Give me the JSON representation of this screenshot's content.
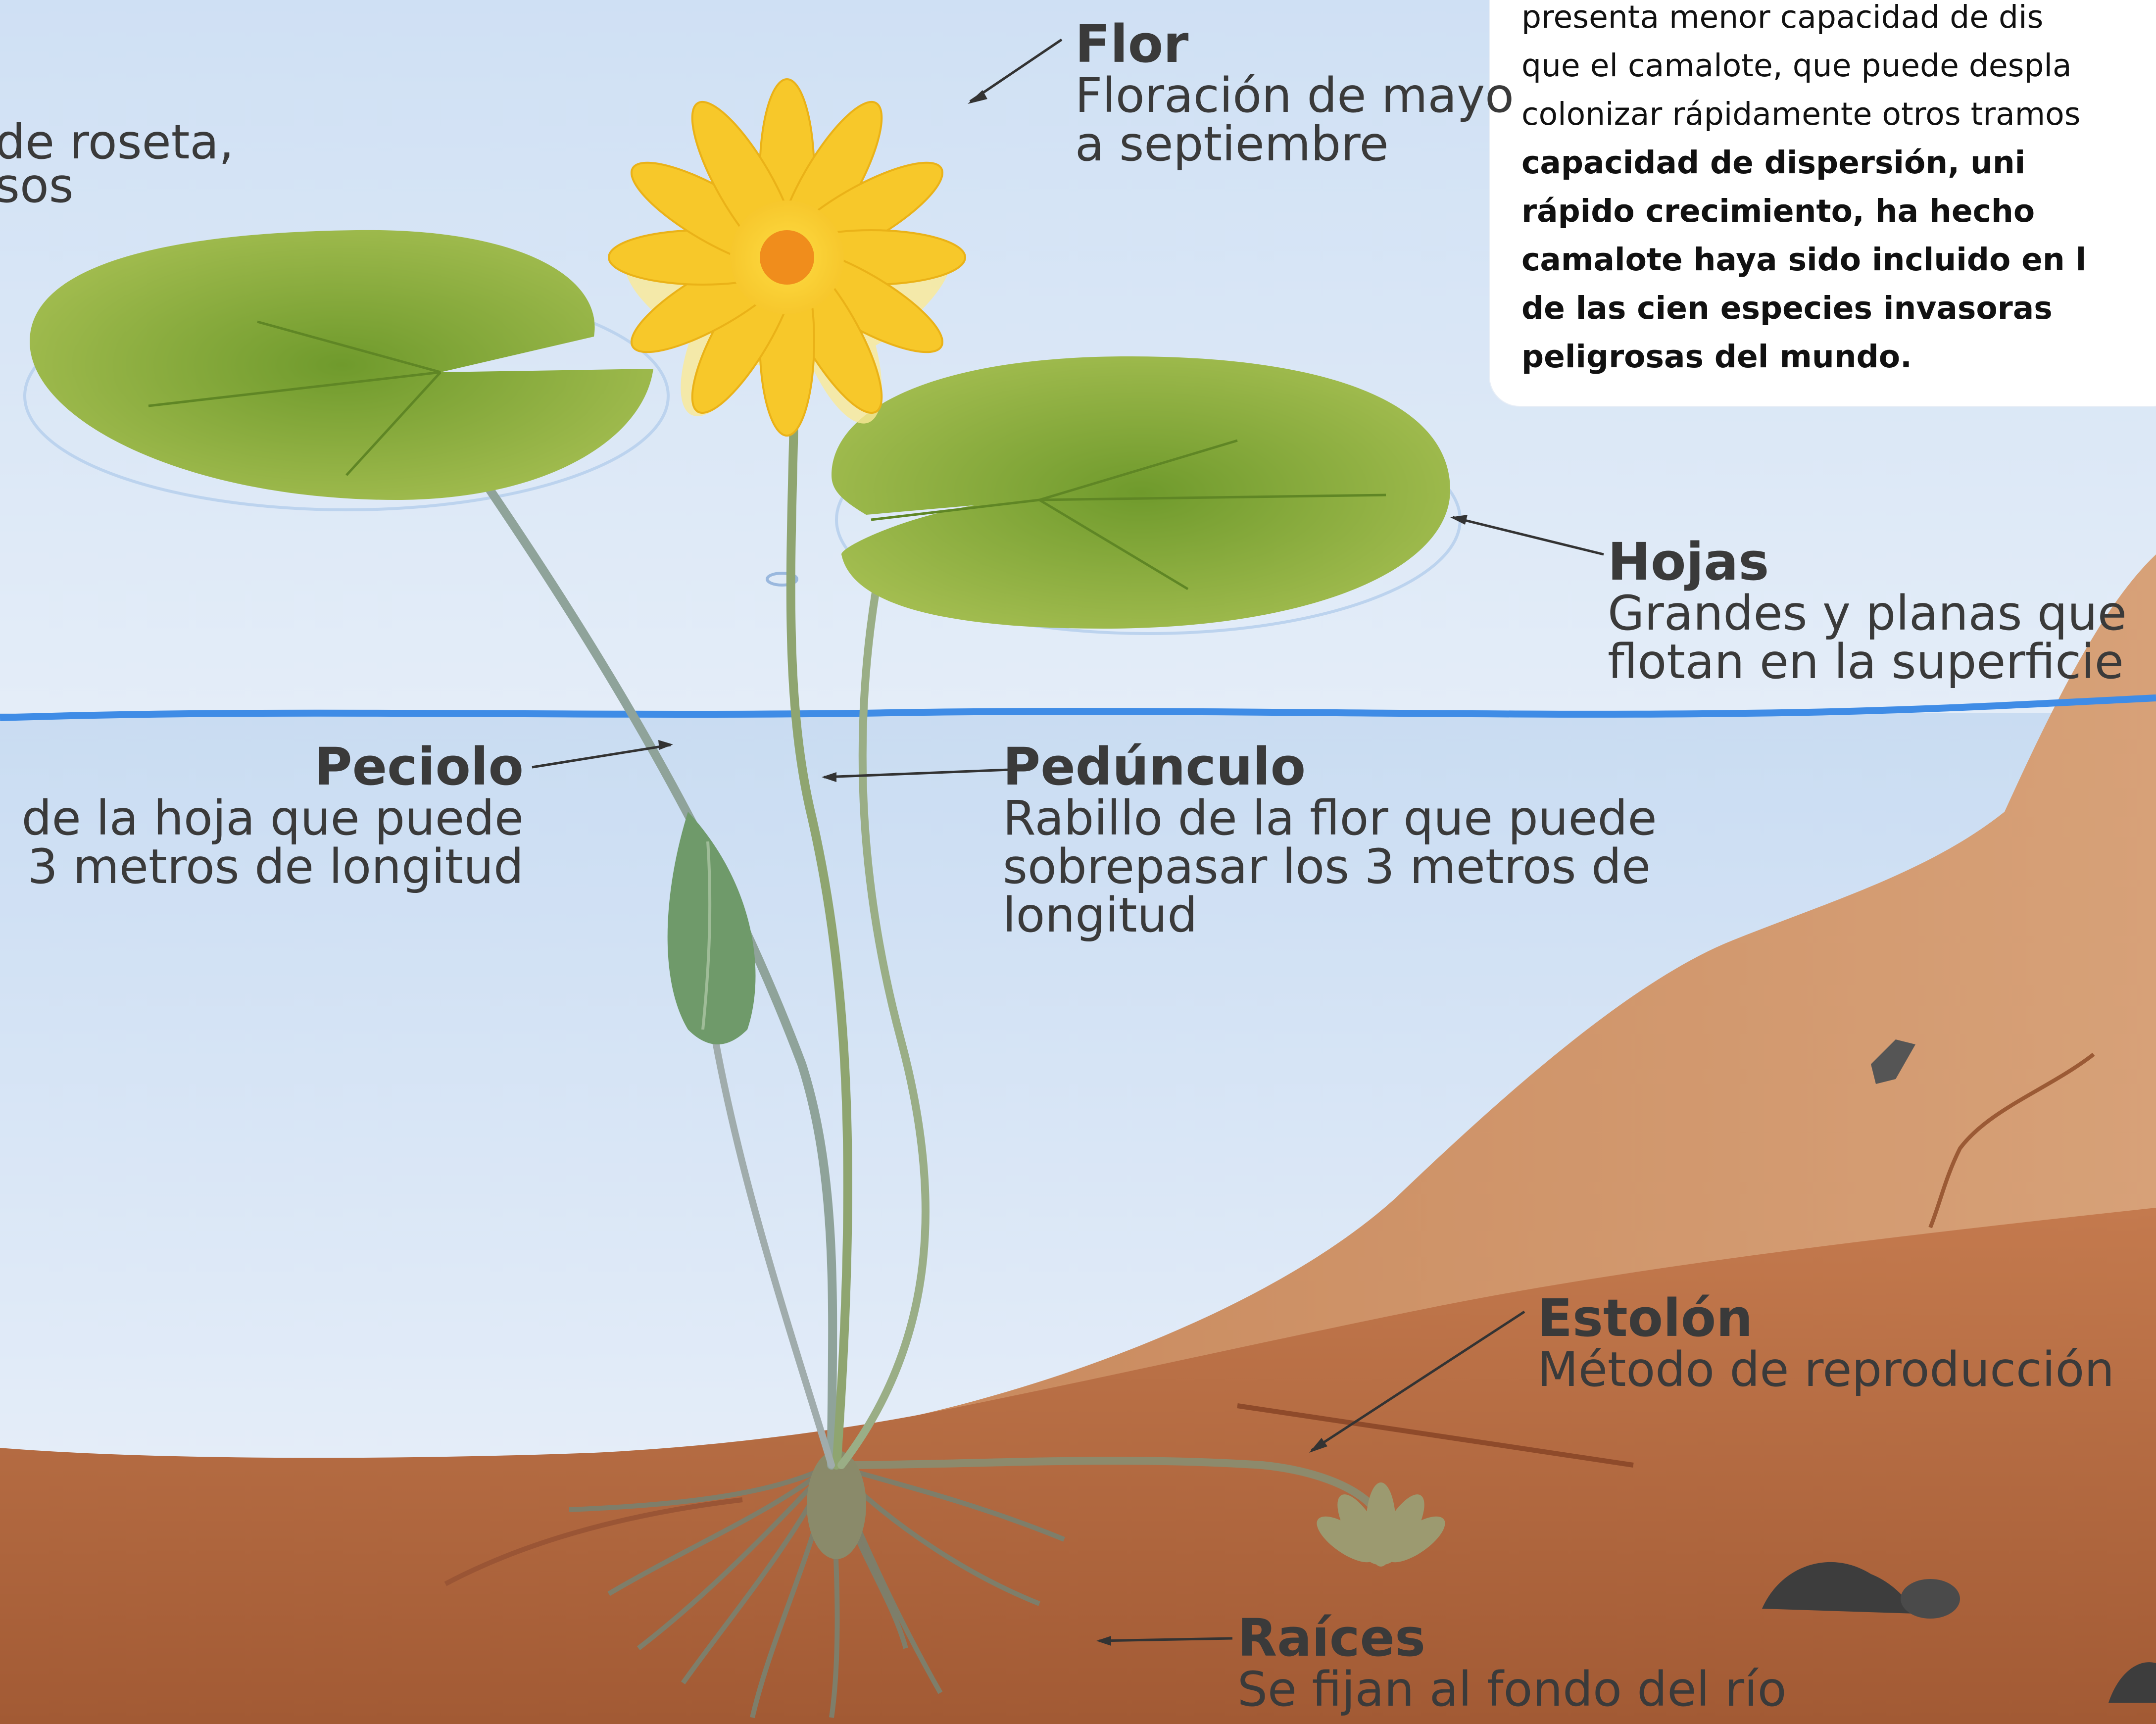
{
  "labels": {
    "flor": {
      "title": "Flor",
      "desc": [
        "Floración de mayo",
        "a septiembre"
      ]
    },
    "hojas": {
      "title": "Hojas",
      "desc": [
        "Grandes y planas que",
        "flotan en la superficie"
      ]
    },
    "peciolo": {
      "title": "Peciolo",
      "desc": [
        "de la hoja que puede",
        "3 metros de longitud"
      ]
    },
    "pedunculo": {
      "title": "Pedúnculo",
      "desc": [
        "Rabillo de la flor que puede",
        "sobrepasar los 3 metros de",
        "longitud"
      ]
    },
    "estolon": {
      "title": "Estolón",
      "desc": [
        "Método de reproducción"
      ]
    },
    "raices": {
      "title": "Raíces",
      "desc": [
        "Se fijan al fondo del río"
      ]
    },
    "fragment": {
      "desc": [
        "de roseta,",
        "sos"
      ]
    }
  },
  "infobox": {
    "lines": [
      "presenta menor capacidad de dis",
      "que el camalote, que puede despla",
      "colonizar rápidamente otros tramos"
    ],
    "bold_lines": [
      "capacidad de dispersión, uni",
      "rápido crecimiento, ha hecho",
      "camalote haya sido incluido en l",
      "de las cien especies invasoras",
      "peligrosas del mundo."
    ]
  },
  "colors": {
    "water_top": "#cfe0f4",
    "water_bottom": "#e6eef9",
    "waterline": "#3f8ce6",
    "soil": "#b26a44",
    "leaf": "#8fac3c",
    "flower": "#f7c92a"
  }
}
